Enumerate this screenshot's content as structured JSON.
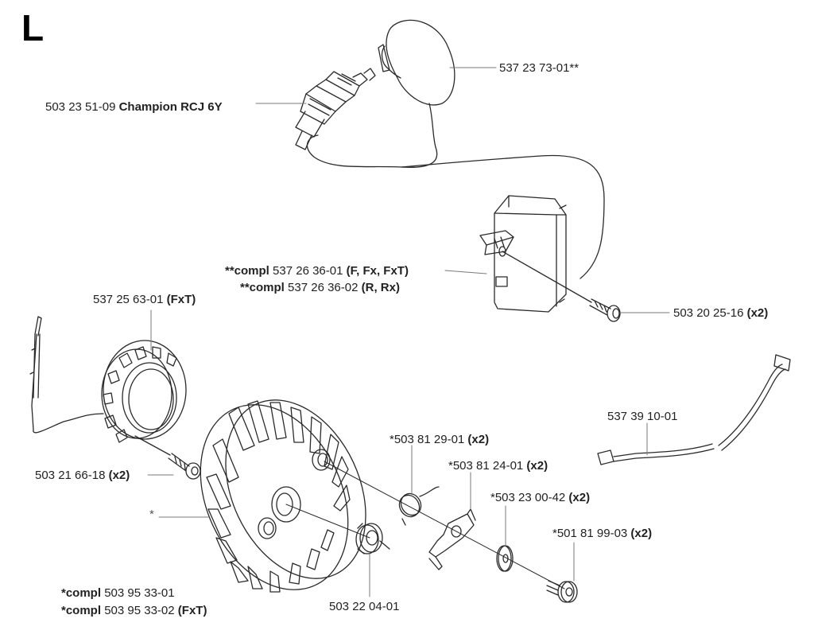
{
  "section_letter": "L",
  "labels": {
    "spark_plug": {
      "num": "503 23 51-09",
      "desc": "Champion RCJ 6Y"
    },
    "plug_cap": {
      "num": "537 23 73-01**"
    },
    "ignition_module_1": {
      "prefix": "**compl",
      "num": "537 26 36-01",
      "desc": "(F, Fx, FxT)"
    },
    "ignition_module_2": {
      "prefix": "**compl",
      "num": "537 26 36-02",
      "desc": "(R, Rx)"
    },
    "module_screw": {
      "num": "503 20 25-16",
      "qty": "(x2)"
    },
    "heating_coil": {
      "num": "537 25 63-01",
      "desc": "(FxT)"
    },
    "coil_screw": {
      "num": "503 21 66-18",
      "qty": "(x2)"
    },
    "flywheel": {
      "num": "*"
    },
    "flywheel_compl_1": {
      "prefix": "*compl",
      "num": "503 95 33-01"
    },
    "flywheel_compl_2": {
      "prefix": "*compl",
      "num": "503 95 33-02",
      "desc": "(FxT)"
    },
    "nut": {
      "num": "503 22 04-01"
    },
    "spring": {
      "num": "*503 81 29-01",
      "qty": "(x2)"
    },
    "pawl": {
      "num": "*503 81 24-01",
      "qty": "(x2)"
    },
    "washer": {
      "num": "*503 23 00-42",
      "qty": "(x2)"
    },
    "pawl_screw": {
      "num": "*501 81 99-03",
      "qty": "(x2)"
    },
    "cable": {
      "num": "537 39 10-01"
    }
  }
}
